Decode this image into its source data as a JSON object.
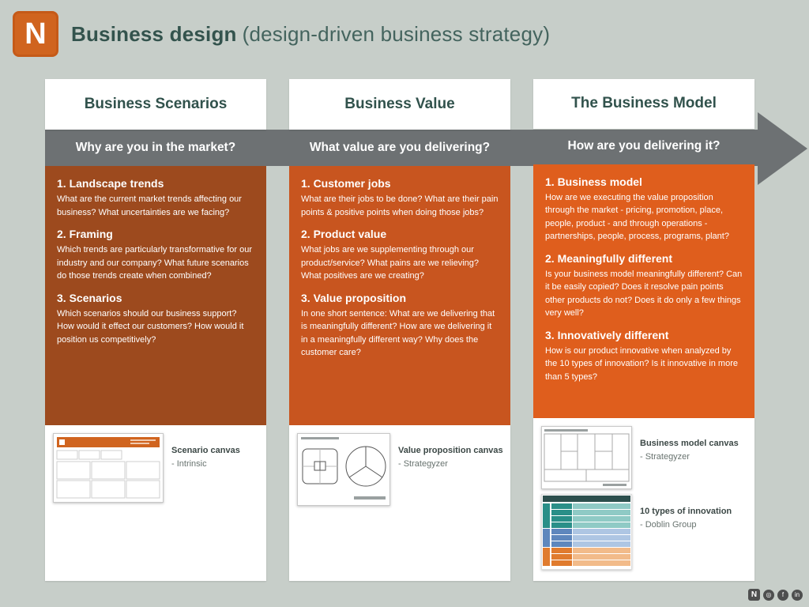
{
  "header": {
    "logo_letter": "N",
    "title_bold": "Business design",
    "title_light": "(design-driven business strategy)"
  },
  "arrow_color": "#6d7173",
  "background_color": "#c7cec9",
  "columns": [
    {
      "title": "Business Scenarios",
      "question": "Why are you in the market?",
      "accent": "#9d4a1e",
      "sections": [
        {
          "heading": "1. Landscape trends",
          "body": "What are the current market trends affecting our business? What uncertainties are we facing?"
        },
        {
          "heading": "2. Framing",
          "body": "Which trends are particularly transformative for our industry and our company? What future scenarios do those trends create when combined?"
        },
        {
          "heading": "3. Scenarios",
          "body": "Which scenarios should our business support? How would it effect our customers? How would it position us competitively?"
        }
      ],
      "references": [
        {
          "name": "Scenario canvas",
          "credit": "- Intrinsic"
        }
      ]
    },
    {
      "title": "Business Value",
      "question": "What value are you delivering?",
      "accent": "#c8551f",
      "sections": [
        {
          "heading": "1. Customer jobs",
          "body": "What are their jobs to be done? What are their pain points & positive points when doing those jobs?"
        },
        {
          "heading": "2. Product value",
          "body": "What jobs are we supplementing through our product/service? What pains are we relieving? What positives are we creating?"
        },
        {
          "heading": "3. Value proposition",
          "body": "In one short sentence: What are we delivering that is meaningfully different?  How are we delivering it in a meaningfully different way? Why does the customer care?"
        }
      ],
      "references": [
        {
          "name": "Value proposition canvas",
          "credit": "- Strategyzer"
        }
      ]
    },
    {
      "title": "The Business Model",
      "question": "How are you delivering it?",
      "accent": "#df5e1d",
      "sections": [
        {
          "heading": "1. Business model",
          "body": "How are we executing the value proposition through the market - pricing, promotion, place, people, product - and through operations - partnerships, people, process, programs, plant?"
        },
        {
          "heading": "2. Meaningfully different",
          "body": "Is your business model meaningfully different? Can it be easily copied? Does it resolve pain points other products do not? Does it do only a few things very well?"
        },
        {
          "heading": "3. Innovatively different",
          "body": "How is our product innovative when analyzed by the 10 types of innovation? Is it innovative in more than 5 types?"
        }
      ],
      "references": [
        {
          "name": "Business model canvas",
          "credit": "- Strategyzer"
        },
        {
          "name": "10 types of innovation",
          "credit": "- Doblin Group"
        }
      ]
    }
  ],
  "footer": {
    "logo_letter": "N",
    "social_icons": [
      {
        "name": "instagram-icon",
        "glyph": "◎"
      },
      {
        "name": "facebook-icon",
        "glyph": "f"
      },
      {
        "name": "linkedin-icon",
        "glyph": "in"
      }
    ]
  }
}
